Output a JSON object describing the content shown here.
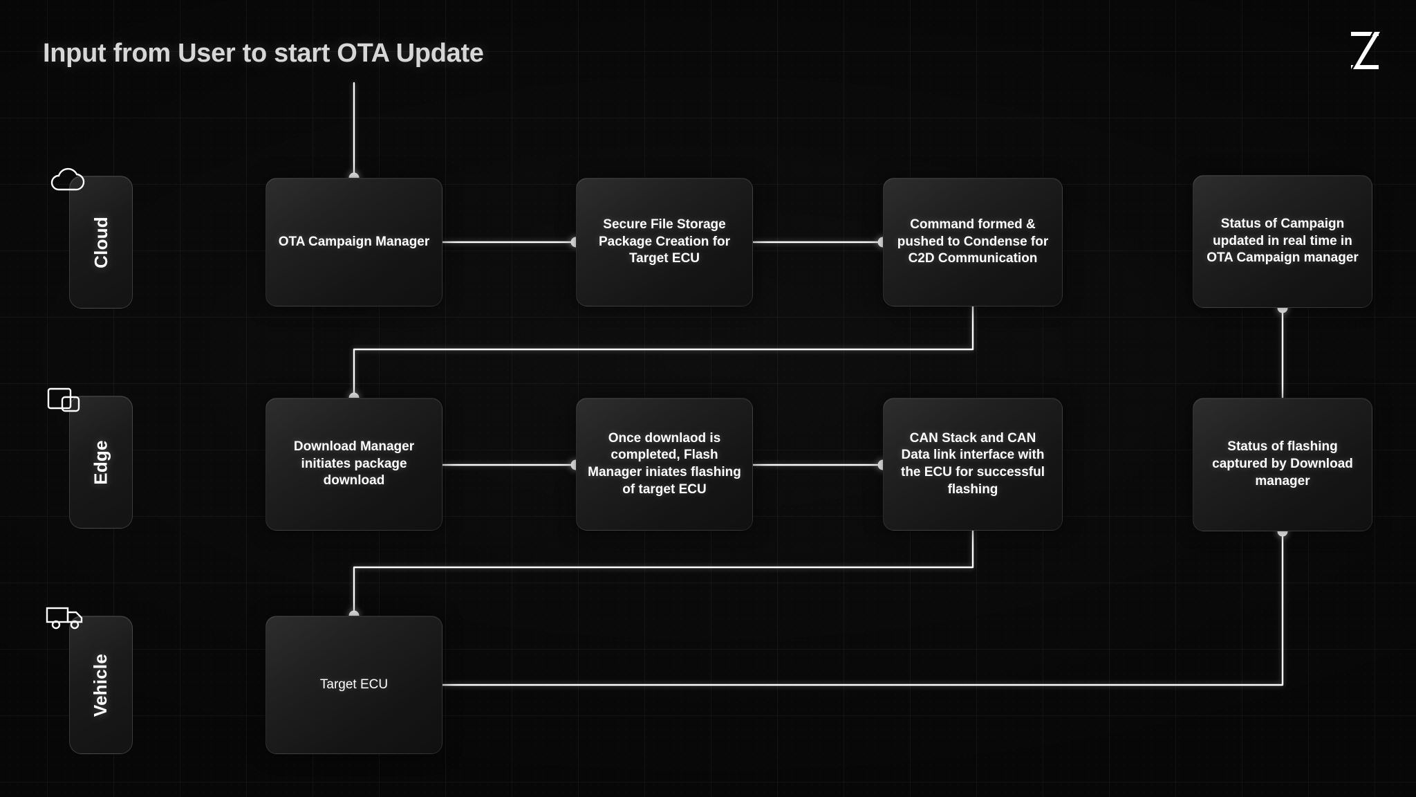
{
  "page": {
    "title": "Input from User to start OTA Update",
    "logo_name": "zeliot-z-logo",
    "background_color": "#070707",
    "accent_color": "#ffffff"
  },
  "lanes": [
    {
      "label": "Cloud",
      "icon": "cloud-icon"
    },
    {
      "label": "Edge",
      "icon": "edge-server-icon"
    },
    {
      "label": "Vehicle",
      "icon": "truck-icon"
    }
  ],
  "nodes": {
    "cloud": [
      {
        "id": "ota-campaign-manager",
        "text": "OTA Campaign Manager",
        "emphasis": "regular"
      },
      {
        "id": "secure-file-storage",
        "text": "Secure File Storage Package Creation for Target ECU",
        "emphasis": "bold"
      },
      {
        "id": "command-formed",
        "text": "Command formed & pushed to Condense for C2D Communication",
        "emphasis": "bold"
      },
      {
        "id": "status-of-campaign",
        "text": "Status of Campaign updated in real time in OTA Campaign manager",
        "emphasis": "bold"
      }
    ],
    "edge": [
      {
        "id": "download-manager",
        "text": "Download Manager initiates package download",
        "emphasis": "bold"
      },
      {
        "id": "flash-manager",
        "text": "Once downlaod is completed, Flash Manager iniates flashing of target ECU",
        "emphasis": "bold"
      },
      {
        "id": "can-stack",
        "text": "CAN Stack and CAN Data link interface with the ECU for successful flashing",
        "emphasis": "bold"
      },
      {
        "id": "status-of-flashing",
        "text": "Status of flashing captured by Download manager",
        "emphasis": "bold"
      }
    ],
    "vehicle": [
      {
        "id": "target-ecu",
        "text": "Target ECU",
        "emphasis": "regular"
      }
    ]
  },
  "flow": {
    "description": "User input enters OTA Campaign Manager, flows left to right across the Cloud lane, drops to the Edge lane, flows left to right, drops to the Vehicle lane, and status returns up the right side.",
    "connector_count": 12
  }
}
